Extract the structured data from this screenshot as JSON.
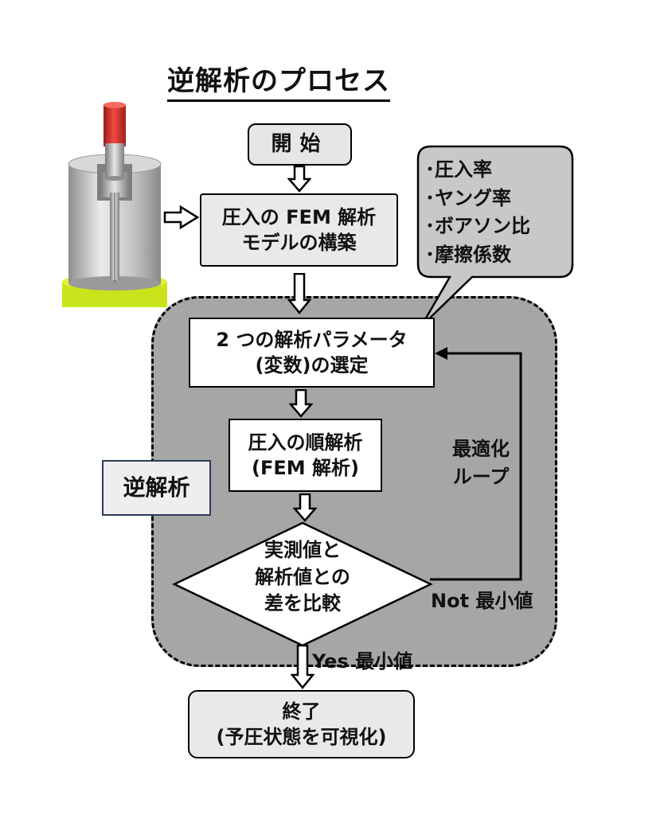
{
  "title": "逆解析のプロセス",
  "start": "開始",
  "fem_model": [
    "圧入の FEM 解析",
    "モデルの構築"
  ],
  "param_select": [
    "2 つの解析パラメータ",
    "(変数)の選定"
  ],
  "forward": [
    "圧入の順解析",
    "(FEM 解析)"
  ],
  "compare": [
    "実測値と",
    "解析値との",
    "差を比較"
  ],
  "end": [
    "終了",
    "(予圧状態を可視化)"
  ],
  "inverse_label": "逆解析",
  "loop_label": [
    "最適化",
    "ループ"
  ],
  "not_min": "Not 最小値",
  "yes_min": "Yes 最小値",
  "callout_items": [
    "･圧入率",
    "･ヤング率",
    "･ボアソン比",
    "･摩擦係数"
  ],
  "colors": {
    "region_gray": "#a6a6a6",
    "box_light": "#e9e9e9",
    "piston_red": "#d42a25",
    "base_yellow": "#c9e41a"
  }
}
